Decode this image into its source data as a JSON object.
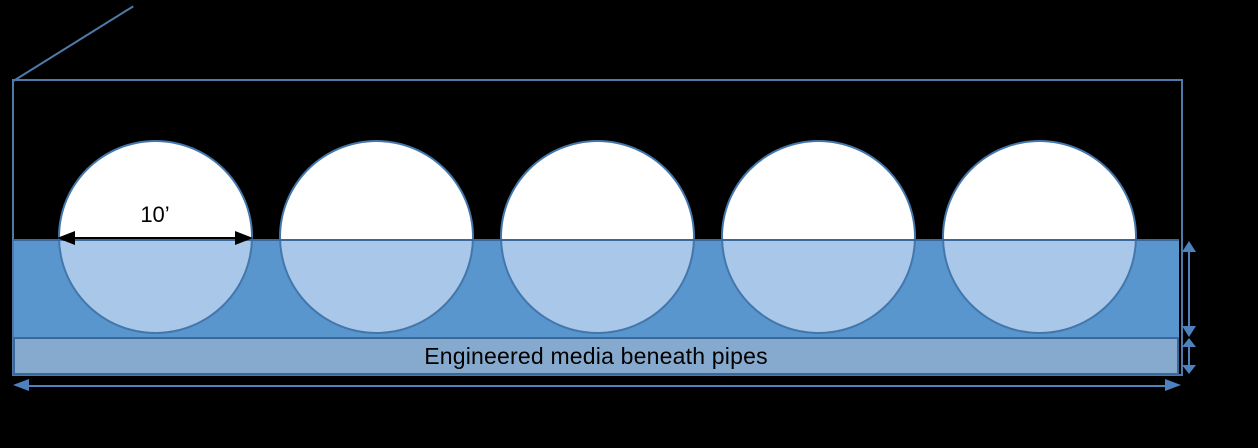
{
  "diagram": {
    "pipe_count": 5,
    "pipe_diameter_label": "10’",
    "media_label": "Engineered media beneath pipes",
    "colors": {
      "background": "#000000",
      "outline": "#4E79A8",
      "bedding_fill": "#5996CE",
      "pipe_upper_fill": "#FFFFFF",
      "pipe_lower_fill": "#A9C7E8",
      "pipe_border": "#4377AC",
      "media_fill": "#86AACD",
      "band_border": "#3A689A",
      "arrow_blue": "#4D82BE",
      "arrow_black": "#000000",
      "text": "#000000"
    }
  }
}
